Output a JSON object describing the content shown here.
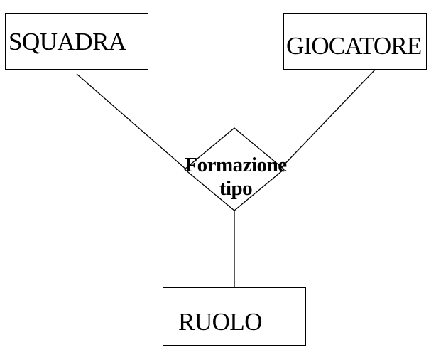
{
  "diagram": {
    "entities": {
      "squadra": {
        "label": "SQUADRA"
      },
      "giocatore": {
        "label": "GIOCATORE"
      },
      "ruolo": {
        "label": "RUOLO"
      }
    },
    "relationship": {
      "line1": "Formazione",
      "line2": "tipo"
    },
    "colors": {
      "stroke": "#000000",
      "background": "#ffffff"
    }
  }
}
